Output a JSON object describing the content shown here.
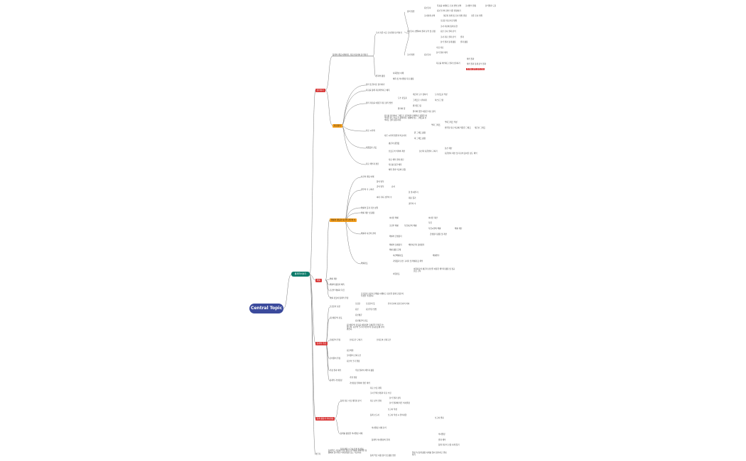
{
  "central": "Central Topic",
  "main_topic": "통계학이야기",
  "colors": {
    "root": "#3b4a9c",
    "main": "#0e7c6b",
    "red": "#d93a3a",
    "orange": "#f29d1c",
    "line": "#7a7a7a"
  },
  "branches": {
    "b1": {
      "label": "정리하기",
      "top": {
        "label": "통계의 개념 이해하기, 자료수집하여 분석하기",
        "child1": "조사 기준 이고 조사결과 분석하기",
        "r1": "정의 방법",
        "r1a": "표본조사",
        "r1a1": "목표를 이해하고 조사 방법 선택",
        "r1a1b": "조사방식 결정",
        "r1a1c": "분석결과 도출",
        "r1a2": "표본크기의 관련 기준 결정하기",
        "r1b": "조사설계 선택",
        "r1b1": "설문지 설계 및 조사 방법 결정",
        "r1b1b": "기준 조사 범위",
        "r2": "표본조사 선별하여 결과 분석 및 검정",
        "r2a": "모집단 자료수집 방법",
        "r2b": "조사 자료에 통계 표현",
        "r2c": "표본 조사 결과 분석",
        "r2d": "조사 자료 결과 분석",
        "r2d1": "결과",
        "r2e": "분석 결과 통계 활용",
        "r2e1": "결과 활용",
        "r3": "조사 방법",
        "r3a": "표본조사",
        "r3a1": "수집 자료",
        "r3b": "분석 결과 해석",
        "r3c": "자료를 해석하고 결과 산출하기",
        "r3c1": "해석 결과",
        "r3c2": "해석 결과 통계 분석 결과",
        "r3c3": "결과를 통해 통계 검증",
        "child2": "결과의 활용",
        "c2a": "사회현상 이해",
        "c2b": "예측 및 의사결정 자료 활용"
      },
      "orange": {
        "label": "자료정리",
        "k1": "정리 및 결과로 정리하기",
        "k2": "자료를 통해 자료해석하고 예측",
        "k3": "정리 자료를 이용한 자료 정리 방법",
        "k3a": "도수 분포표",
        "k3a1": "계급과 도수 정하기",
        "k3a1b": "도수분포표 작성",
        "k3a2": "그래프로 나타내기",
        "k3a2b": "히스토그램",
        "k3b": "줄기와 잎",
        "k3b1": "줄기잎그림",
        "k3b2": "줄기와 잎을 이용한 자료 정리",
        "k4": "자료 시각화",
        "k4text": "자료를 정리하여 그래프로 표현하면 전체적인 경향을 파악하기 쉽고 비교가 용이하다. 상황에 맞는 그래프를 선택하는 것이 중요하다.",
        "k4a": "막대 그래프",
        "k4a1": "막대그래프 작성",
        "k4a2": "범주형 자료 비교에 적합한 그래프",
        "k4a3": "꺾은선 그래프",
        "k5": "다른 시각화 방법과 비교하기",
        "k5a": "원 그래프 활용",
        "k5b": "띠 그래프 활용",
        "k6": "대푯값과 산포",
        "k6a": "평균과 중앙값",
        "k6b": "산포도의 의미와 계산",
        "k6b1": "분산과 표준편차 구하기",
        "k6b1a": "분산 계산",
        "k6b1b": "표준편차 계산 및 자료의 흩어진 정도 해석",
        "k7": "자료 해석과 판단",
        "k7a": "자료 해석 결과 판단",
        "k7b": "자료를 통한 예측",
        "k7c": "예측 결과 비교와 검증"
      }
    },
    "b2": {
      "label": "확률",
      "orange": {
        "label": "확률의 개념과 사건의 경우의 수",
        "s1": "사건의 개념 이해",
        "s2": "경우의 수 구하기",
        "s2a": "합의 법칙",
        "s2b": "곱의 법칙",
        "s2b1": "순서",
        "s2c": "여러 가지 경우의 수",
        "s2c1": "한 줄 세우기",
        "s2c2": "대표 뽑기",
        "s2c3": "경우의 수",
        "s3": "확률의 뜻과 기본 성질",
        "s4": "확률 계산 및 활용",
        "s5": "확률과 사건의 관계",
        "s5a": "여사건 확률",
        "s5a1": "여사건 계산",
        "s5b": "조건부 확률",
        "s5b1": "독립사건의 확률",
        "s5b1a": "독립",
        "s5b1b": "독립시행의 확률",
        "s5b1c": "확률 계산",
        "s5c": "확률의 곱셈정리",
        "s5c1": "곱셈정리 활용 및 계산",
        "s5d": "확률의 덧셈정리",
        "s5d1": "배반사건과 덧셈정리",
        "s5e": "확률 활용 문제",
        "s6": "확률분포",
        "s6a": "이산확률분포",
        "s6a1": "확률변수",
        "s6b": "기댓값과 분산 구하기 및 확률분포 해석",
        "s6c": "이항분포",
        "s6c1": "이항분포의 평균과 분산을 이용한 해석과 활용 및 정규분포 근사"
      },
      "m1": "확률 계산",
      "m2": "확률의 활용과 예측",
      "m3": "조건부 확률과 독립",
      "m4": "확률 분포와 통계적 추정",
      "m4text": "모집단과 표본의 관계를 이해하고 표본을 통해 모집단의 특성을 추정한다."
    },
    "b3": {
      "label": "통계적 추정",
      "q1": "모집단과 표본",
      "q1a": "모집단",
      "q1a1": "모집단의 뜻",
      "q1a2": "전수조사와 표본조사의 차이",
      "q1b": "표본",
      "q1b1": "표본추출 방법",
      "q2": "표본평균의 분포",
      "q2a": "표본평균",
      "q2b": "표본평균의 분포",
      "q3text": "표본평균의 분포를 이용하면 모평균을 추정할 수 있으며, 표본의 크기가 커질수록 정규분포에 가까워진다.",
      "q3": "모평균의 추정",
      "q3a": "신뢰구간 구하기",
      "q3b": "신뢰도와 신뢰구간",
      "q4": "모비율의 추정",
      "q4a": "표본비율",
      "q4b": "모비율의 신뢰구간",
      "q4c": "표본의 크기 결정",
      "q5": "추정 결과 해석",
      "q5a": "추정 결과의 해석과 활용",
      "q6": "통계적 가설검정",
      "q6a": "가설 설정",
      "q6b": "가설검정 절차와 결론 해석"
    },
    "b4": {
      "label": "통계 활용과 의사결정",
      "p1": "통계 자료 수집 계획과 분석",
      "p1a": "자료 수집 계획",
      "p1b": "조사 주제 설정과 자료 수집",
      "p2": "자료 분석 결과",
      "p2a": "분석 결과 정리",
      "p2b": "분석 결과에 따른 의사결정",
      "p3": "통계 보고서",
      "p3a": "보고서 작성",
      "p3b": "보고서 작성 시 유의사항",
      "p3c": "보고서 발표",
      "p4": "통계를 활용한 의사결정 사례",
      "p4a": "의사결정 사례 분석",
      "p4b": "통계적 의사결정의 한계",
      "p4b1": "의사결정",
      "p4b2": "결과 해석",
      "p4b3": "통계 자료의 오용 사례 찾기",
      "p5": "통계 활용 보고서 작성 및 발표"
    },
    "b5": {
      "label": "마무리",
      "text": "통계학은 자료를 수집, 정리, 분석하여 불확실한 상황에서 합리적인 의사결정을 돕는 학문이다.",
      "t1": "통계 학습 내용 정리 및 활용 방안",
      "t2": "일상 속 통계 활용 사례를 찾아 정리하고 발표하기"
    }
  }
}
